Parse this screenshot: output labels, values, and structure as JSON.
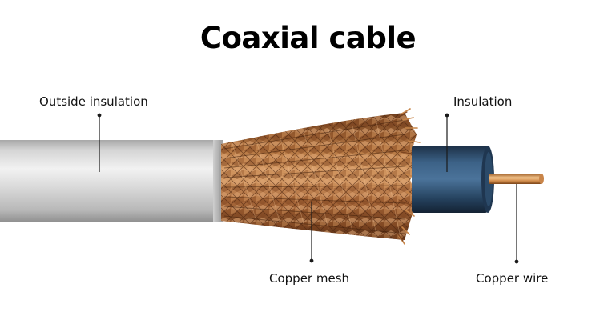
{
  "diagram": {
    "title": "Coaxial cable",
    "labels": {
      "outside_insulation": "Outside insulation",
      "insulation": "Insulation",
      "copper_mesh": "Copper mesh",
      "copper_wire": "Copper wire"
    },
    "colors": {
      "outer_jacket": "#c9c9c9",
      "copper_braid": "#b0703e",
      "dielectric": "#2e4e6d",
      "copper_wire": "#d79a5c",
      "pointer": "#1a1a1a"
    }
  }
}
